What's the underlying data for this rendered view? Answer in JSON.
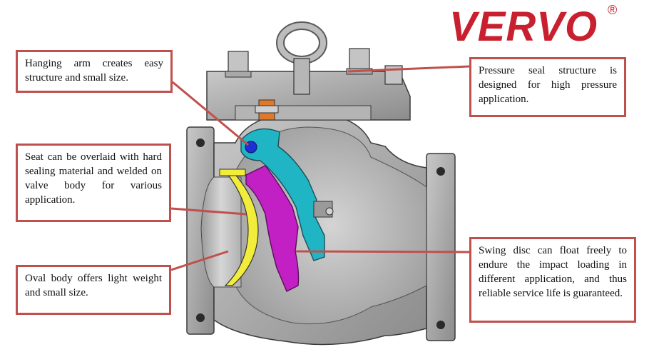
{
  "brand": {
    "logo_text": "VERVO",
    "registered_mark": "®",
    "color": "#c8202f"
  },
  "callouts": [
    {
      "text": "Hanging arm creates easy structure and small size."
    },
    {
      "text": "Seat can be overlaid with hard sealing material and welded on valve body for various application."
    },
    {
      "text": "Oval body offers light weight and small size."
    },
    {
      "text": "Pressure seal structure is designed for high pressure application."
    },
    {
      "text": "Swing disc can float freely to endure the impact loading in different application, and thus reliable service life is guaranteed."
    }
  ],
  "colors": {
    "callout_border": "#c0504d",
    "leader_line": "#c0504d",
    "body_metal": "#a6a6a6",
    "hanging_arm": "#1fb5c4",
    "swing_disc": "#c21fc4",
    "seat_ring": "#f2ec3a",
    "pivot_pin": "#1f2fd6",
    "gland": "#e0782a"
  },
  "icons": [
    "eye-bolt-icon",
    "hex-nut-icon"
  ]
}
